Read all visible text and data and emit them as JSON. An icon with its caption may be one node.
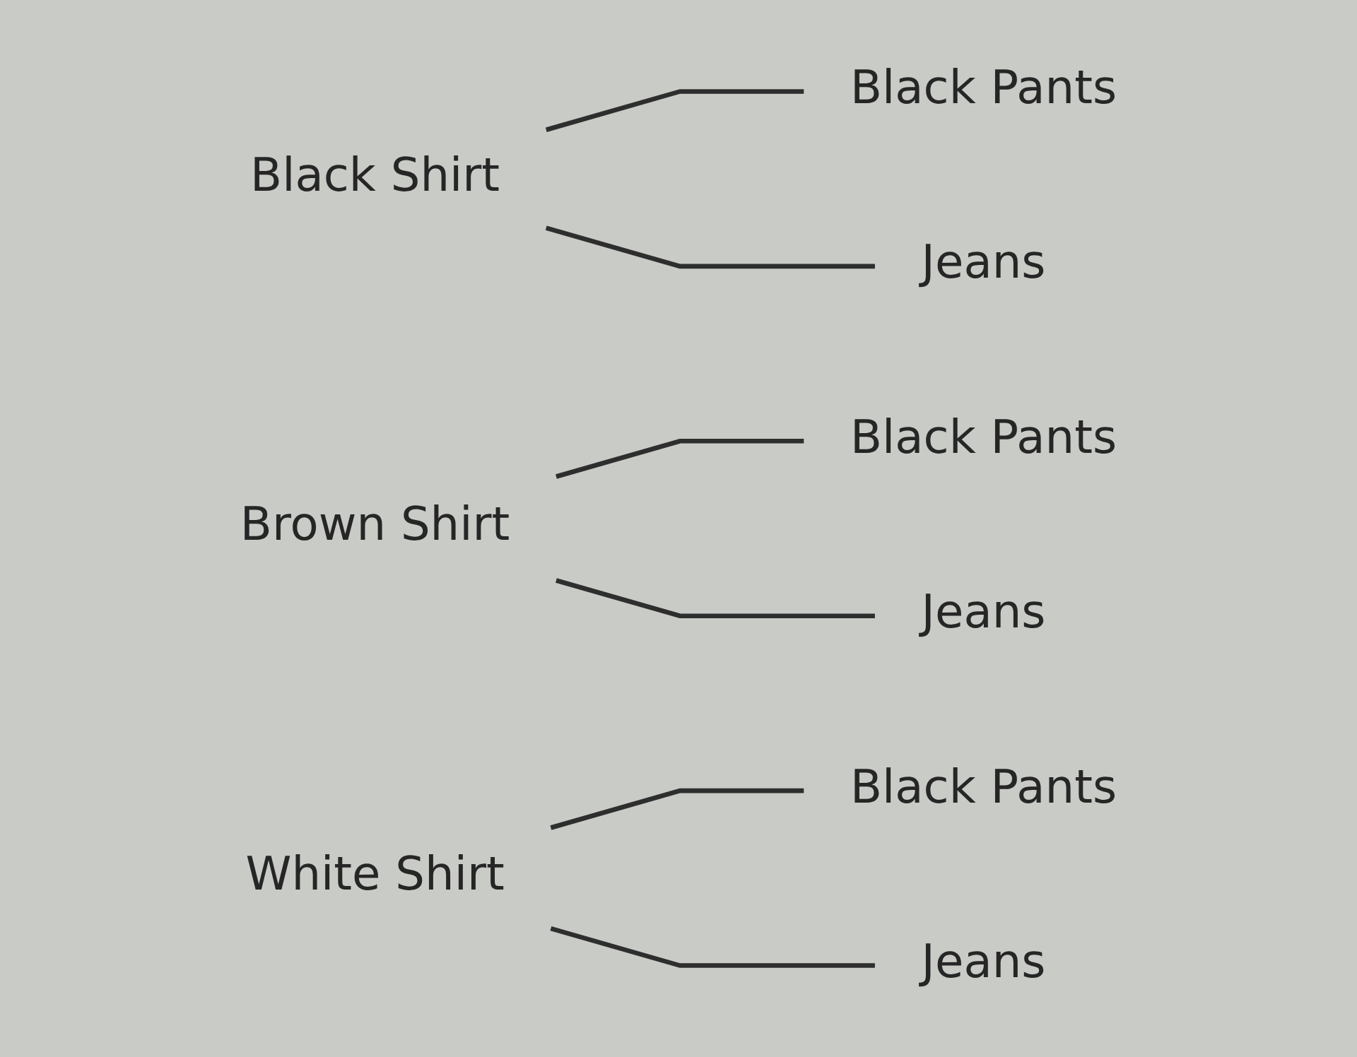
{
  "diagram": {
    "nodes": [
      {
        "text": [
          "Black Shirt"
        ]
      },
      {
        "text": [
          "Black Pants"
        ]
      },
      {
        "text": [
          "Jeans"
        ]
      },
      {
        "text": [
          "Brown Shirt"
        ]
      },
      {
        "text": [
          "Black Pants"
        ]
      },
      {
        "text": [
          "Jeans"
        ]
      },
      {
        "text": [
          "White Shirt"
        ]
      },
      {
        "text": [
          "Black Pants"
        ]
      },
      {
        "text": [
          "Jeans"
        ]
      }
    ],
    "edges": [
      {
        "from": 0,
        "to": 1,
        "arrow": "none"
      },
      {
        "from": 0,
        "to": 2,
        "arrow": "none"
      },
      {
        "from": 3,
        "to": 4,
        "arrow": "none"
      },
      {
        "from": 3,
        "to": 5,
        "arrow": "none"
      },
      {
        "from": 6,
        "to": 7,
        "arrow": "none"
      },
      {
        "from": 6,
        "to": 8,
        "arrow": "none"
      }
    ]
  }
}
